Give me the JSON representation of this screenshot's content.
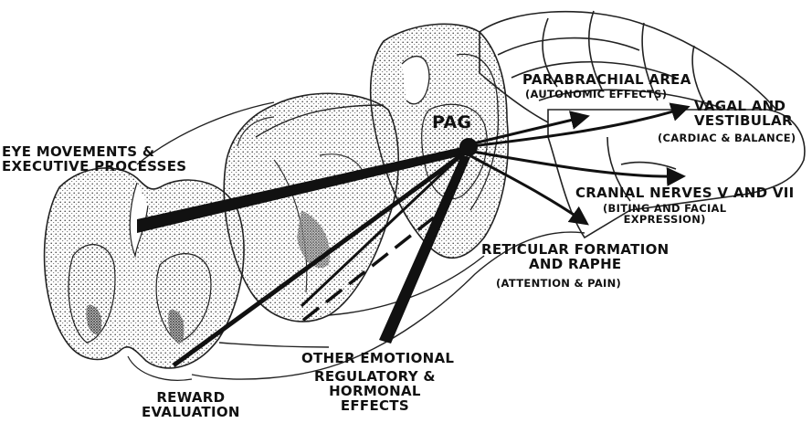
{
  "labels": {
    "pag": "PAG",
    "parabrachial_title": "PARABRACHIAL AREA",
    "parabrachial_sub": "(AUTONOMIC EFFECTS)",
    "vagal_title": "VAGAL AND\nVESTIBULAR",
    "vagal_sub": "(CARDIAC & BALANCE)",
    "cranial_title": "CRANIAL NERVES V AND VII",
    "cranial_sub": "(BITING AND FACIAL\nEXPRESSION)",
    "reticular_title": "RETICULAR FORMATION\nAND RAPHE",
    "reticular_sub": "(ATTENTION & PAIN)",
    "eye": "EYE MOVEMENTS &\nEXECUTIVE PROCESSES",
    "reward": "REWARD\nEVALUATION",
    "other_emotional": "OTHER EMOTIONAL",
    "regulatory": "REGULATORY &\nHORMONAL\nEFFECTS"
  },
  "colors": {
    "ink": "#111111",
    "paper": "#ffffff",
    "stipple": "#555555"
  }
}
